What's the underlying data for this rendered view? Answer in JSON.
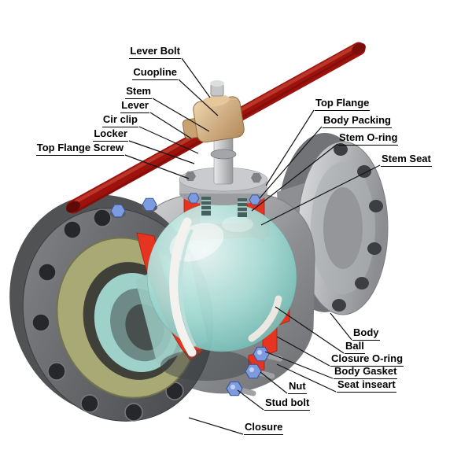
{
  "figure": {
    "type": "cutaway-technical-diagram",
    "subject": "Flanged ball valve cross-section with part callouts"
  },
  "colors": {
    "background": "#ffffff",
    "lever_red": "#9e120e",
    "cut_surface_red": "#e63420",
    "ball_teal": "#9ed1ca",
    "coupling_tan": "#d8b088",
    "gasket_olive": "#a8a975",
    "bolt_blue": "#7d9ce0",
    "body_gray": "#9fa1a4",
    "label_text": "#000000",
    "leader_line": "#141414"
  },
  "labels": {
    "lever_bolt": "Lever Bolt",
    "cuopline": "Cuopline",
    "stem": "Stem",
    "lever": "Lever",
    "cir_clip": "Cir clip",
    "locker": "Locker",
    "top_flange_screw": "Top Flange Screw",
    "top_flange": "Top Flange",
    "body_packing": "Body Packing",
    "stem_o_ring": "Stem O-ring",
    "stem_seat": "Stem Seat",
    "body": "Body",
    "ball": "Ball",
    "closure_o_ring": "Closure O-ring",
    "body_gasket": "Body Gasket",
    "seat_inseart": "Seat inseart",
    "nut": "Nut",
    "stud_bolt": "Stud bolt",
    "closure": "Closure"
  }
}
